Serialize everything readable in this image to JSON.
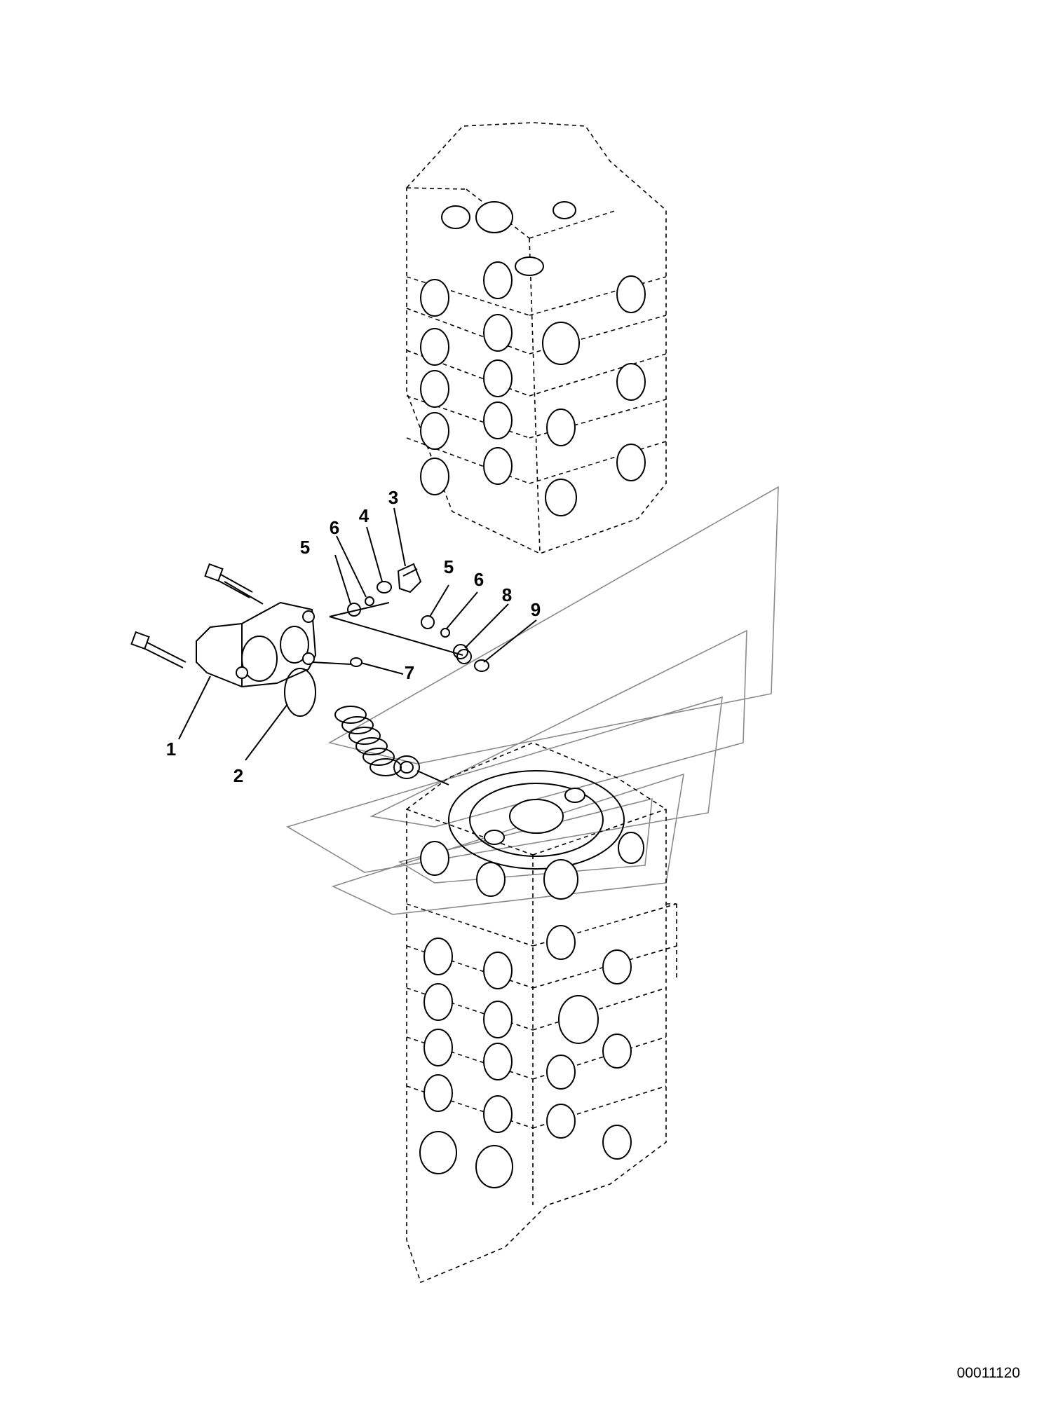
{
  "figure": {
    "drawing_code": "00011120",
    "callouts": [
      "1",
      "2",
      "3",
      "4",
      "5",
      "6",
      "5",
      "6",
      "7",
      "8",
      "9"
    ]
  }
}
